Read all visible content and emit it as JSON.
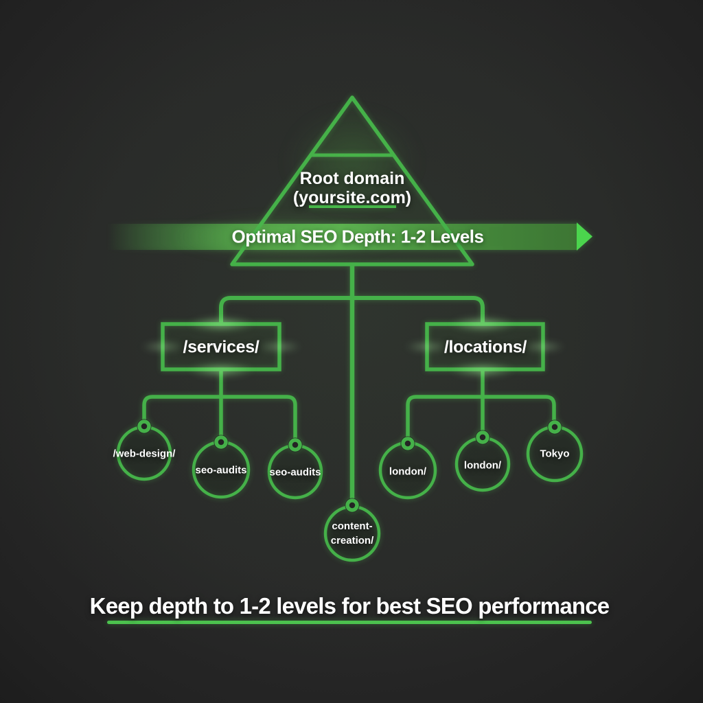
{
  "root": {
    "line1": "Root domain",
    "line2": "(yoursite.com)"
  },
  "banner": {
    "label": "Optimal SEO Depth: 1-2 Levels"
  },
  "folders": {
    "services": "/services/",
    "locations": "/locations/"
  },
  "pages": [
    {
      "label": "/web-design/"
    },
    {
      "label": "seo-audits"
    },
    {
      "label": "seo-audits"
    },
    {
      "label": "london/"
    },
    {
      "label": "london/"
    },
    {
      "label": "Tokyo"
    },
    {
      "label_line1": "content-",
      "label_line2": "creation/"
    }
  ],
  "footer": {
    "caption": "Keep depth to 1-2 levels for best SEO performance"
  },
  "colors": {
    "line_green": "#45b149",
    "bright_green": "#4bd54d",
    "banner_green": "#4f9b45",
    "text_white": "#ffffff",
    "background_dark": "#2b2b2b"
  }
}
